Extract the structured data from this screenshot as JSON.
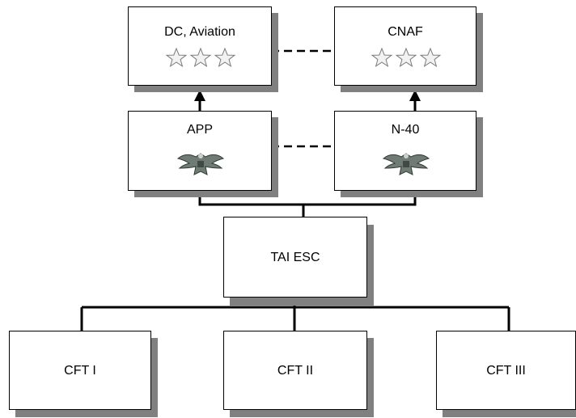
{
  "colors": {
    "box_fill": "#ffffff",
    "box_border": "#000000",
    "shadow": "#808080",
    "connector": "#000000"
  },
  "nodes": {
    "dc_aviation": {
      "label": "DC, Aviation",
      "insignia": "three-star-icon"
    },
    "cnaf": {
      "label": "CNAF",
      "insignia": "three-star-icon"
    },
    "app": {
      "label": "APP",
      "insignia": "eagle-insignia-icon"
    },
    "n40": {
      "label": "N-40",
      "insignia": "eagle-insignia-icon"
    },
    "tai_esc": {
      "label": "TAI ESC"
    },
    "cft1": {
      "label": "CFT I"
    },
    "cft2": {
      "label": "CFT II"
    },
    "cft3": {
      "label": "CFT III"
    }
  }
}
